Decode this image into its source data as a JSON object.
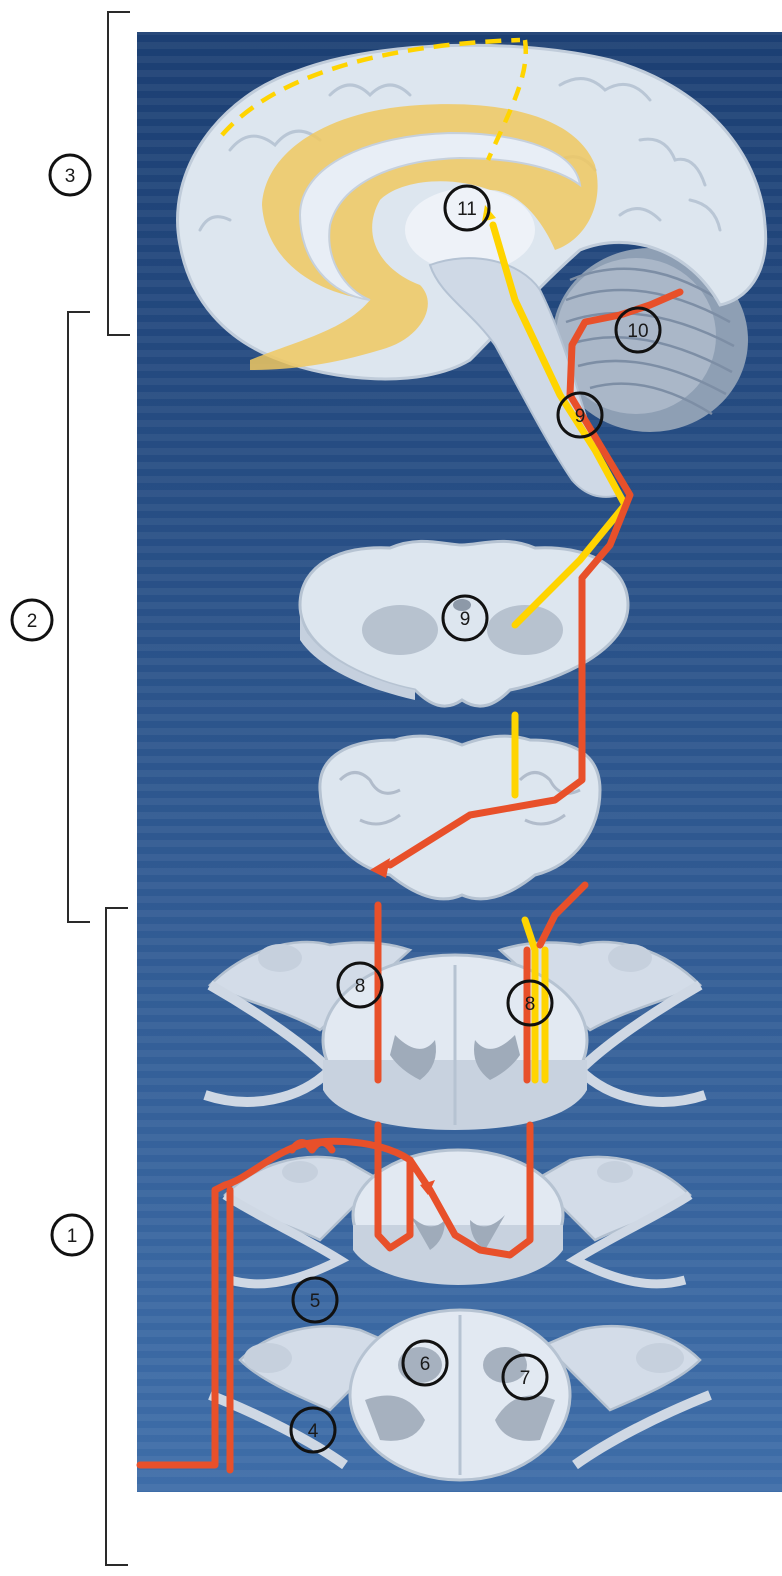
{
  "colors": {
    "background_top": "#1c3f73",
    "background_bottom": "#3e6da8",
    "tissue": "#dbe4ee",
    "tissue_shadow": "#b4c0cf",
    "grey_matter": "#a9b3c0",
    "limbic_yellow": "#f0c860",
    "path_yellow": "#ffd400",
    "path_red": "#e8502a"
  },
  "bracket_labels": [
    "3",
    "2",
    "1"
  ],
  "structure_labels": [
    "11",
    "10",
    "9",
    "9",
    "8",
    "8",
    "5",
    "6",
    "7",
    "4"
  ]
}
